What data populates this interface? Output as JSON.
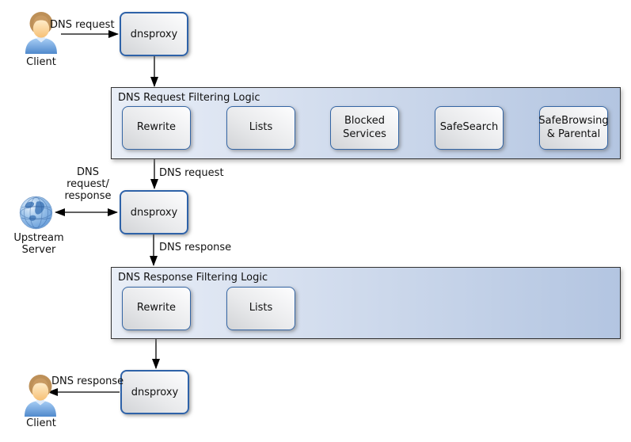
{
  "colors": {
    "node_border_blue": "#2e62a8",
    "step_border_blue": "#3465a4",
    "group_fill_left": "#e9eef7",
    "group_fill_right": "#b3c5e1",
    "node_fill_light": "#fdfdfe",
    "node_fill_dark": "#d2d4d7",
    "arrow": "#000000"
  },
  "nodes": {
    "client_top": {
      "icon": "user-icon",
      "label": "Client"
    },
    "dnsproxy_top": {
      "label": "dnsproxy"
    },
    "dnsproxy_mid": {
      "label": "dnsproxy"
    },
    "dnsproxy_bottom": {
      "label": "dnsproxy"
    },
    "upstream_server": {
      "icon": "globe-icon",
      "label": "Upstream\nServer"
    },
    "client_bottom": {
      "icon": "user-icon",
      "label": "Client"
    }
  },
  "containers": {
    "request": {
      "title": "DNS Request Filtering Logic",
      "steps": [
        "Rewrite",
        "Lists",
        "Blocked Services",
        "SafeSearch",
        "SafeBrowsing & Parental"
      ]
    },
    "response": {
      "title": "DNS Response Filtering Logic",
      "steps": [
        "Rewrite",
        "Lists"
      ]
    }
  },
  "edge_labels": {
    "client_request": "DNS request",
    "filtered_request": "DNS request",
    "upstream_exchange": "DNS\nrequest/\nresponse",
    "upstream_response": "DNS response",
    "client_response": "DNS response"
  }
}
